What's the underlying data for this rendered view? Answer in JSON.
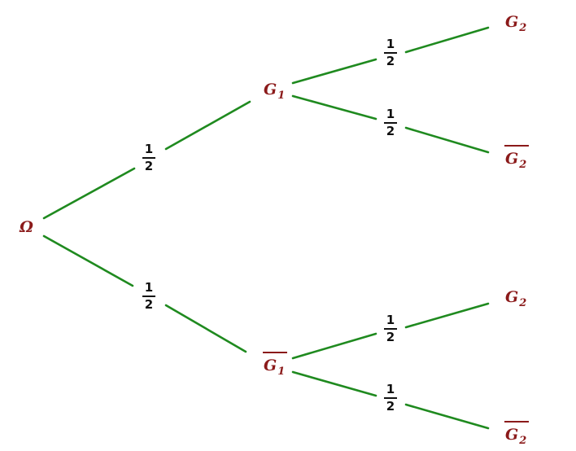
{
  "root": {
    "label": "Ω"
  },
  "level1": [
    {
      "letter": "G",
      "sub": "1",
      "complement": false
    },
    {
      "letter": "G",
      "sub": "1",
      "complement": true
    }
  ],
  "level2": [
    {
      "letter": "G",
      "sub": "2",
      "complement": false
    },
    {
      "letter": "G",
      "sub": "2",
      "complement": true
    },
    {
      "letter": "G",
      "sub": "2",
      "complement": false
    },
    {
      "letter": "G",
      "sub": "2",
      "complement": true
    }
  ],
  "probabilities": [
    {
      "num": "1",
      "den": "2"
    },
    {
      "num": "1",
      "den": "2"
    },
    {
      "num": "1",
      "den": "2"
    },
    {
      "num": "1",
      "den": "2"
    },
    {
      "num": "1",
      "den": "2"
    },
    {
      "num": "1",
      "den": "2"
    }
  ]
}
